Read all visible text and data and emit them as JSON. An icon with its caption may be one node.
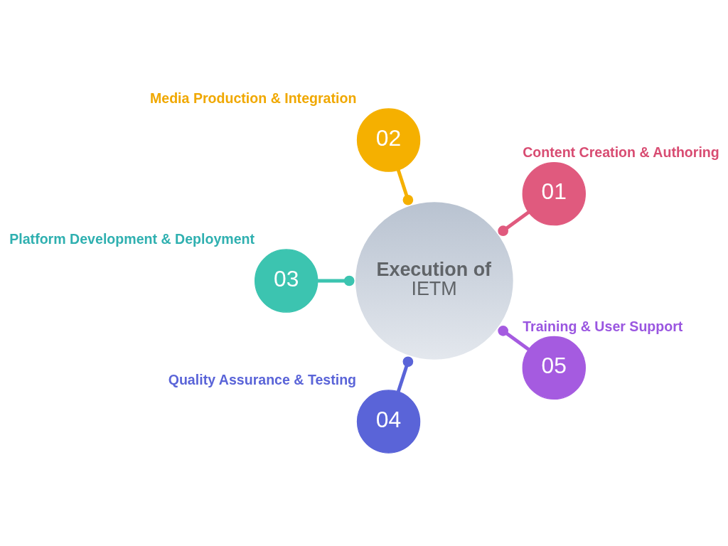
{
  "diagram": {
    "nodes": [
      {
        "text": [
          "Execution of",
          "IETM"
        ]
      },
      {
        "text": [
          "01"
        ],
        "beside": [
          "Content Creation & Authoring"
        ]
      },
      {
        "text": [
          "02"
        ],
        "beside": [
          "Media Production & Integration"
        ]
      },
      {
        "text": [
          "03"
        ],
        "beside": [
          "Platform Development & Deployment"
        ]
      },
      {
        "text": [
          "04"
        ],
        "beside": [
          "Quality Assurance & Testing"
        ]
      },
      {
        "text": [
          "05"
        ],
        "beside": [
          "Training & User Support"
        ]
      }
    ],
    "edges": [
      {
        "from": 1,
        "to": 0,
        "arrow": "other",
        "color": "#e05a7e"
      },
      {
        "from": 2,
        "to": 0,
        "arrow": "other",
        "color": "#f5b000"
      },
      {
        "from": 3,
        "to": 0,
        "arrow": "other",
        "color": "#3cc4b0"
      },
      {
        "from": 4,
        "to": 0,
        "arrow": "other",
        "color": "#5a64d8"
      },
      {
        "from": 5,
        "to": 0,
        "arrow": "other",
        "color": "#a55be0"
      }
    ]
  }
}
